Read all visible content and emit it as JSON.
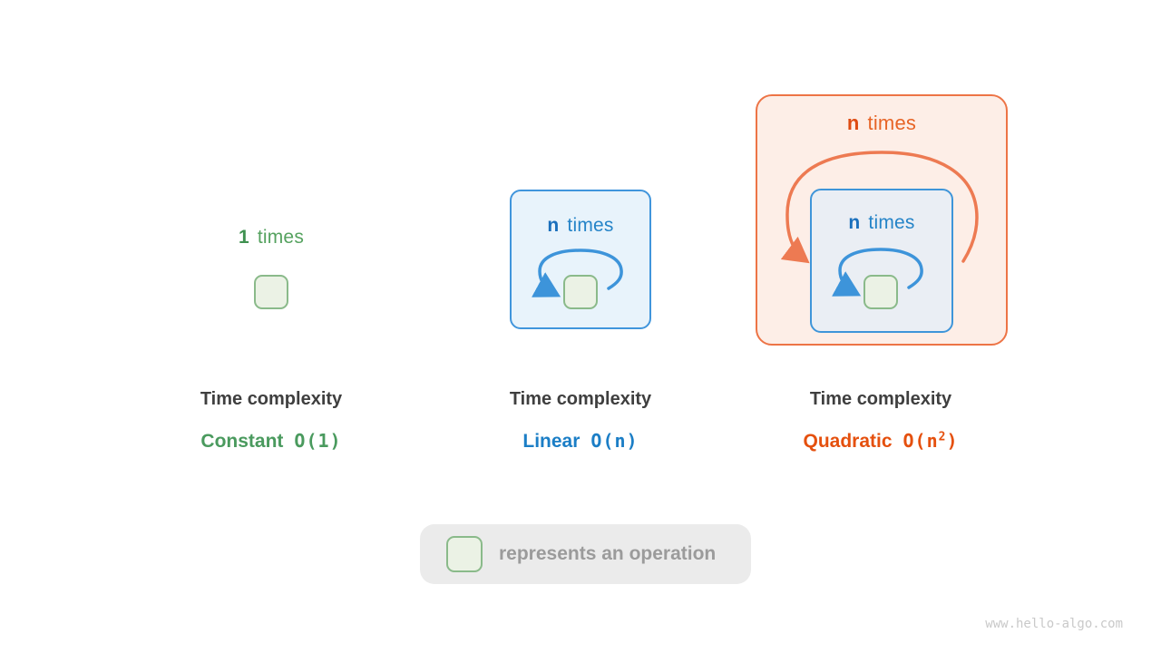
{
  "groups": [
    {
      "key": "constant",
      "count": "1",
      "count_word": "times",
      "title": "Time complexity",
      "complexity_name": "Constant",
      "big_o_prefix": "O(1)",
      "big_o_sup": "",
      "big_o_suffix": "",
      "accent_color": "#4a9a5e"
    },
    {
      "key": "linear",
      "count": "n",
      "count_word": "times",
      "title": "Time complexity",
      "complexity_name": "Linear",
      "big_o_prefix": "O(n)",
      "big_o_sup": "",
      "big_o_suffix": "",
      "accent_color": "#1b7ec6"
    },
    {
      "key": "quadratic",
      "count": "n",
      "count_word": "times",
      "inner_count": "n",
      "inner_count_word": "times",
      "title": "Time complexity",
      "complexity_name": "Quadratic",
      "big_o_prefix": "O(n",
      "big_o_sup": "2",
      "big_o_suffix": ")",
      "accent_color": "#e5500e"
    }
  ],
  "legend": {
    "text": "represents an operation",
    "icon": "operation-box"
  },
  "watermark": "www.hello-algo.com",
  "colors": {
    "loop_blue": "#3d94da",
    "loop_orange": "#ed7a52",
    "operation_box_fill": "#ebf2e5",
    "operation_box_border": "#8aba8a",
    "title_text": "#3f3f3f"
  }
}
